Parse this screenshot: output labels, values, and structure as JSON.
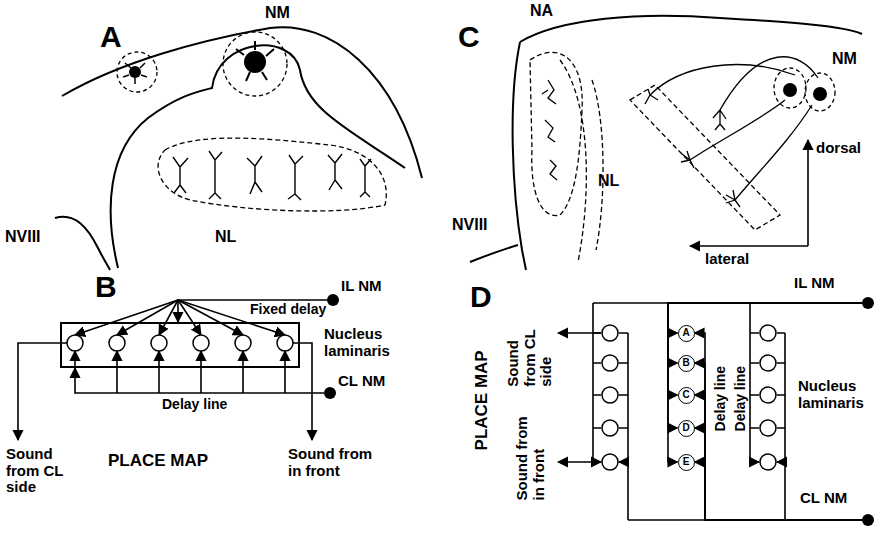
{
  "diagram": {
    "nodes": [
      {
        "text": [
          "IL NM"
        ]
      },
      {
        "text": [
          "Nucleus laminaris"
        ]
      },
      {
        "text": [
          "CL NM"
        ]
      },
      {
        "text": [
          "IL NM"
        ]
      },
      {
        "text": [
          "A"
        ]
      },
      {
        "text": [
          "B"
        ]
      },
      {
        "text": [
          "C"
        ]
      },
      {
        "text": [
          "D"
        ]
      },
      {
        "text": [
          "E"
        ]
      },
      {
        "text": [
          "CL NM"
        ]
      }
    ],
    "edges": [
      {
        "from": 0,
        "to": 1,
        "arrow": "to",
        "label": "Fixed delay"
      },
      {
        "from": 2,
        "to": 1,
        "arrow": "to",
        "label": "Delay line"
      },
      {
        "from": 3,
        "to": 4,
        "arrow": "to"
      },
      {
        "from": 3,
        "to": 5,
        "arrow": "to"
      },
      {
        "from": 3,
        "to": 6,
        "arrow": "to"
      },
      {
        "from": 3,
        "to": 7,
        "arrow": "to"
      },
      {
        "from": 3,
        "to": 8,
        "arrow": "to"
      },
      {
        "from": 9,
        "to": 4,
        "arrow": "to"
      },
      {
        "from": 9,
        "to": 5,
        "arrow": "to"
      },
      {
        "from": 9,
        "to": 6,
        "arrow": "to"
      },
      {
        "from": 9,
        "to": 7,
        "arrow": "to"
      },
      {
        "from": 9,
        "to": 8,
        "arrow": "to"
      }
    ],
    "labels": [
      "A",
      "NM",
      "NVIII",
      "NL",
      "B",
      "Sound from CL side",
      "PLACE MAP",
      "Sound from in front",
      "C",
      "NA",
      "NM",
      "NVIII",
      "NL",
      "dorsal",
      "lateral",
      "D",
      "PLACE MAP",
      "Sound from CL side",
      "Sound from in front",
      "Delay line",
      "Delay line",
      "Nucleus laminaris"
    ]
  }
}
